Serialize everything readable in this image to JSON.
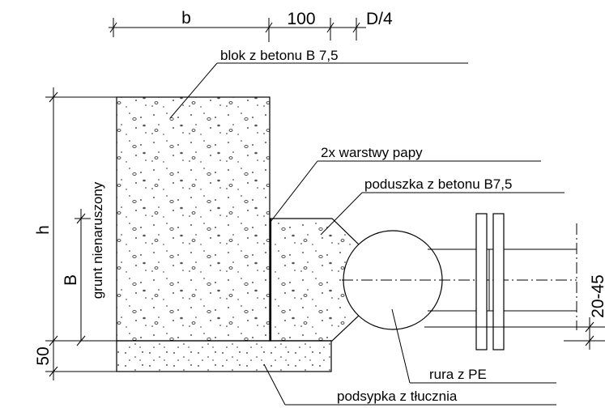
{
  "dimensions": {
    "b": "b",
    "gap": "100",
    "pipe_quarter": "D/4",
    "h": "h",
    "B": "B",
    "base": "50",
    "offset": "20-45"
  },
  "labels": {
    "block": "blok z betonu B 7,5",
    "layers": "2x warstwy papy",
    "cushion": "poduszka z betonu B7,5",
    "soil": "grunt nienaruszony",
    "pipe": "rura z PE",
    "bedding": "podsypka z tłucznia"
  }
}
